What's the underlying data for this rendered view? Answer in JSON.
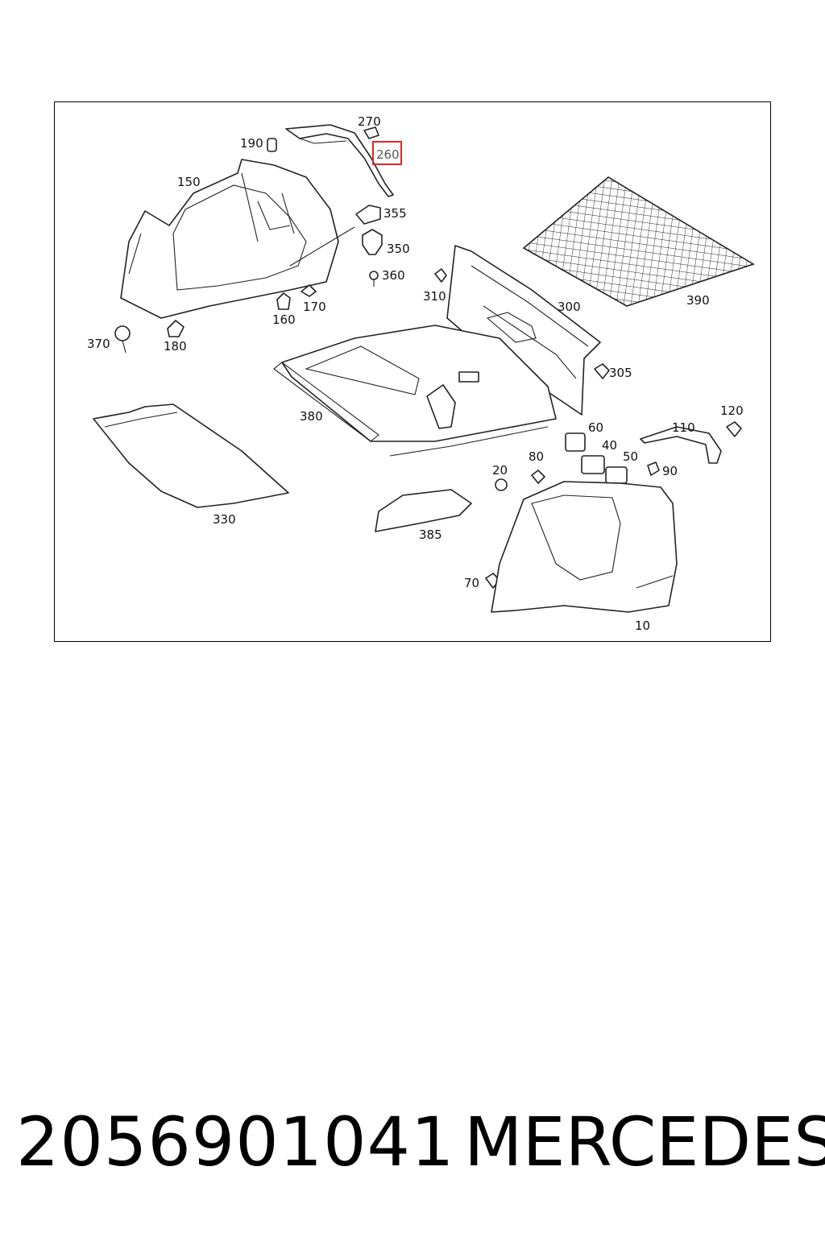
{
  "diagram": {
    "callouts": [
      "270",
      "190",
      "260",
      "150",
      "355",
      "350",
      "360",
      "310",
      "300",
      "390",
      "170",
      "160",
      "370",
      "180",
      "305",
      "380",
      "60",
      "110",
      "120",
      "40",
      "50",
      "90",
      "20",
      "80",
      "330",
      "385",
      "70",
      "10"
    ],
    "highlighted": "260"
  },
  "footer": {
    "part_number": "2056901041",
    "brand": "MERCEDES"
  },
  "colors": {
    "highlight": "#e0262a",
    "line": "#222222"
  }
}
